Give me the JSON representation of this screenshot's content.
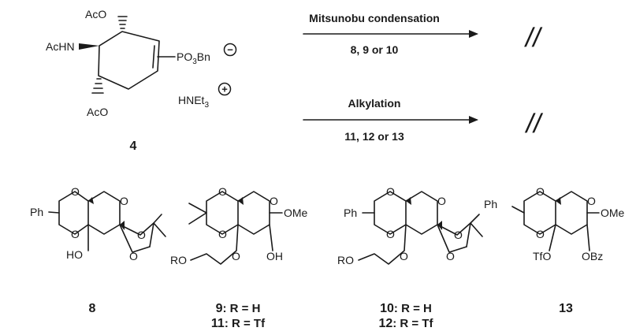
{
  "compound_4": {
    "label": "4",
    "OAc_top": "AcO",
    "NHAc": "AcHN",
    "OAc_bottom": "AcO",
    "phosphonate_main": "PO",
    "phosphonate_sub": "3",
    "phosphonate_tail": "Bn",
    "counterion_main": "HNEt",
    "counterion_sub": "3",
    "minus_sign": "−",
    "plus_sign": "+"
  },
  "reactions": [
    {
      "above": "Mitsunobu condensation",
      "below": "8, 9 or 10",
      "result": "//"
    },
    {
      "above": "Alkylation",
      "below": "11, 12 or 13",
      "result": "//"
    }
  ],
  "compound_8": {
    "label": "8",
    "Ph": "Ph",
    "O_acetal_top": "O",
    "O_acetal_bottom": "O",
    "O_ring": "O",
    "O_iso_top": "O",
    "O_iso_bottom": "O",
    "HO": "HO"
  },
  "compound_9_11": {
    "label_line1_num": "9",
    "label_line1_rest": ": R = H",
    "label_line2_num": "11",
    "label_line2_rest": ": R = Tf",
    "O_acetal_top": "O",
    "O_acetal_bottom": "O",
    "O_ring": "O",
    "OMe": "OMe",
    "OH": "OH",
    "RO": "RO",
    "O_ether": "O"
  },
  "compound_10_12": {
    "label_line1_num": "10",
    "label_line1_rest": ": R = H",
    "label_line2_num": "12",
    "label_line2_rest": ": R = Tf",
    "Ph": "Ph",
    "O_acetal_top": "O",
    "O_acetal_bottom": "O",
    "O_ring": "O",
    "O_iso_top": "O",
    "O_iso_bottom": "O",
    "RO": "RO",
    "O_ether": "O"
  },
  "compound_13": {
    "label": "13",
    "Ph": "Ph",
    "O_acetal_top": "O",
    "O_acetal_bottom": "O",
    "O_ring": "O",
    "OMe": "OMe",
    "TfO": "TfO",
    "OBz": "OBz"
  },
  "colors": {
    "ink": "#1a1a1a",
    "background": "#ffffff"
  }
}
